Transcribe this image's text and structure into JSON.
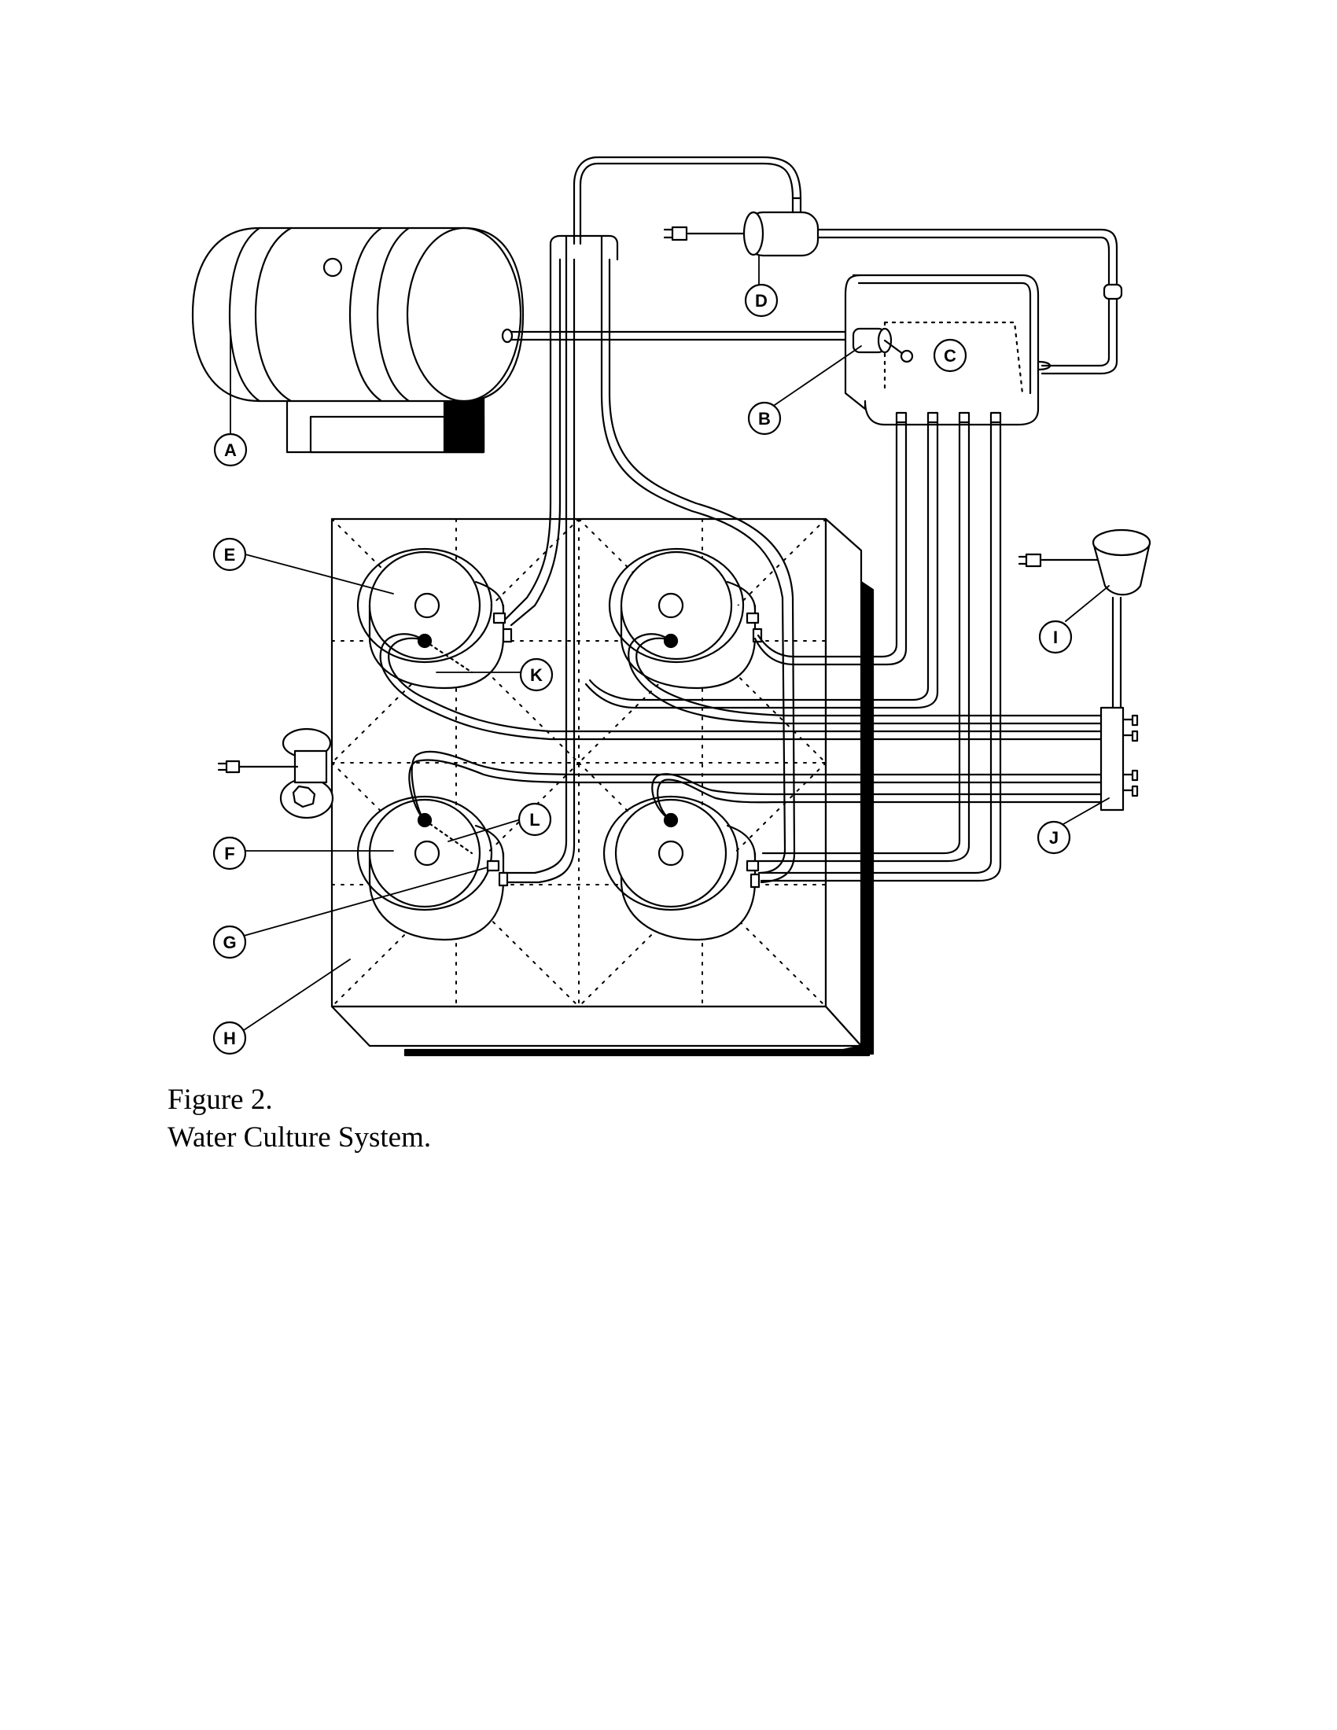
{
  "figure": {
    "number_label": "Figure 2.",
    "title": "Water Culture System."
  },
  "callouts": [
    "A",
    "B",
    "C",
    "D",
    "E",
    "F",
    "G",
    "H",
    "I",
    "J",
    "K",
    "L"
  ],
  "colors": {
    "ink": "#000000",
    "paper": "#ffffff"
  }
}
